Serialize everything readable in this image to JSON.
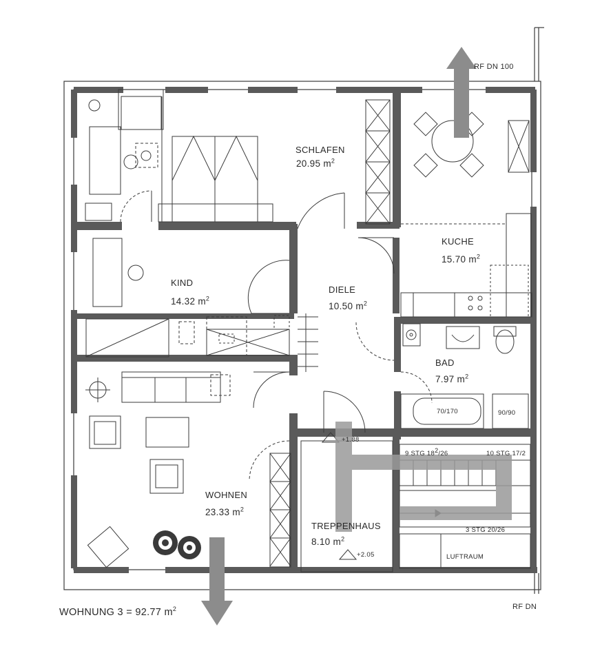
{
  "plan": {
    "rooms": [
      {
        "id": "schlafen",
        "name": "SCHLAFEN",
        "area": "20.95 m"
      },
      {
        "id": "kueche",
        "name": "KUCHE",
        "area": "15.70 m"
      },
      {
        "id": "kind",
        "name": "KIND",
        "area": "14.32 m"
      },
      {
        "id": "diele",
        "name": "DIELE",
        "area": "10.50 m"
      },
      {
        "id": "bad",
        "name": "BAD",
        "area": "7.97 m"
      },
      {
        "id": "wohnen",
        "name": "WOHNEN",
        "area": "23.33 m"
      },
      {
        "id": "treppenhaus",
        "name": "TREPPENHAUS",
        "area": "8.10 m"
      }
    ],
    "area_exponent": "2",
    "total": {
      "label": "WOHNUNG 3 = 92.77 m",
      "exponent": "2"
    },
    "annotations": {
      "rf_dn_top": "RF DN 100",
      "rf_dn_bottom": "RF DN",
      "luftraum": "LUFTRAUM",
      "shower": "90/90",
      "tub": "70/170",
      "level_landing": "+1.88",
      "level_stair": "+2.05",
      "stair_9": "9 STG 18",
      "stair_9_exp": "2",
      "stair_9_tail": "/26",
      "stair_10": "10 STG 17",
      "stair_10_tail": "/2",
      "stair_3": "3 STG 20/26"
    },
    "colors": {
      "wall": "#5a5a5a",
      "line": "#3a3a3a",
      "airflow_arrow": "#8c8c8c",
      "airflow_band": "#9a9a9a"
    }
  }
}
